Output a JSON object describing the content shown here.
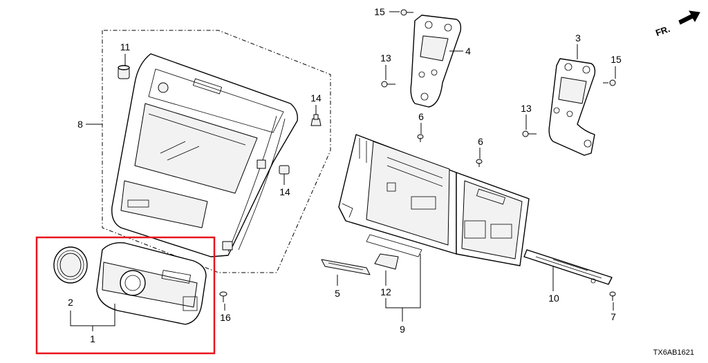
{
  "callouts": {
    "c1": "1",
    "c2": "2",
    "c3": "3",
    "c4": "4",
    "c5": "5",
    "c6a": "6",
    "c6b": "6",
    "c7": "7",
    "c8": "8",
    "c9": "9",
    "c10": "10",
    "c11": "11",
    "c12": "12",
    "c13a": "13",
    "c13b": "13",
    "c14a": "14",
    "c14b": "14",
    "c15a": "15",
    "c15b": "15",
    "c16": "16"
  },
  "direction_label": "FR.",
  "diagram_code": "TX6AB1621",
  "highlight_color": "#e8141c"
}
